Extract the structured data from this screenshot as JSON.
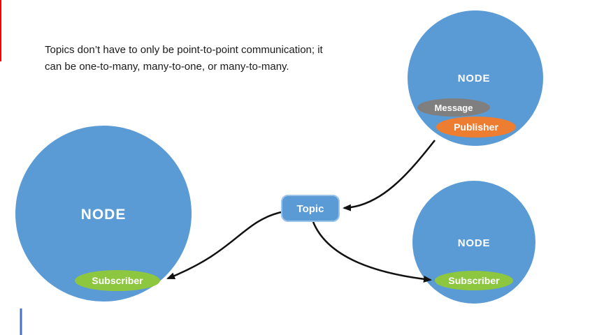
{
  "caption": {
    "line1": "Topics don’t have to only be point-to-point communication; it",
    "line2": "can be one-to-many, many-to-one, or many-to-many."
  },
  "topic_box": {
    "label": "Topic"
  },
  "nodes": {
    "left": {
      "title": "NODE",
      "badges": {
        "subscriber": "Subscriber"
      }
    },
    "top_right": {
      "title": "NODE",
      "badges": {
        "message": "Message",
        "publisher": "Publisher"
      }
    },
    "bottom_right": {
      "title": "NODE",
      "badges": {
        "subscriber": "Subscriber"
      }
    }
  },
  "colors": {
    "node_fill": "#5B9BD5",
    "topic_fill": "#5B9BD5",
    "topic_stroke": "#9DC3E6",
    "publisher_fill": "#ED7D31",
    "subscriber_fill": "#8DC63F",
    "message_fill": "#7F7F7F",
    "arrow": "#111111",
    "left_edge_red": "#FF0000",
    "bottom_edge_blue": "#4472C4"
  }
}
